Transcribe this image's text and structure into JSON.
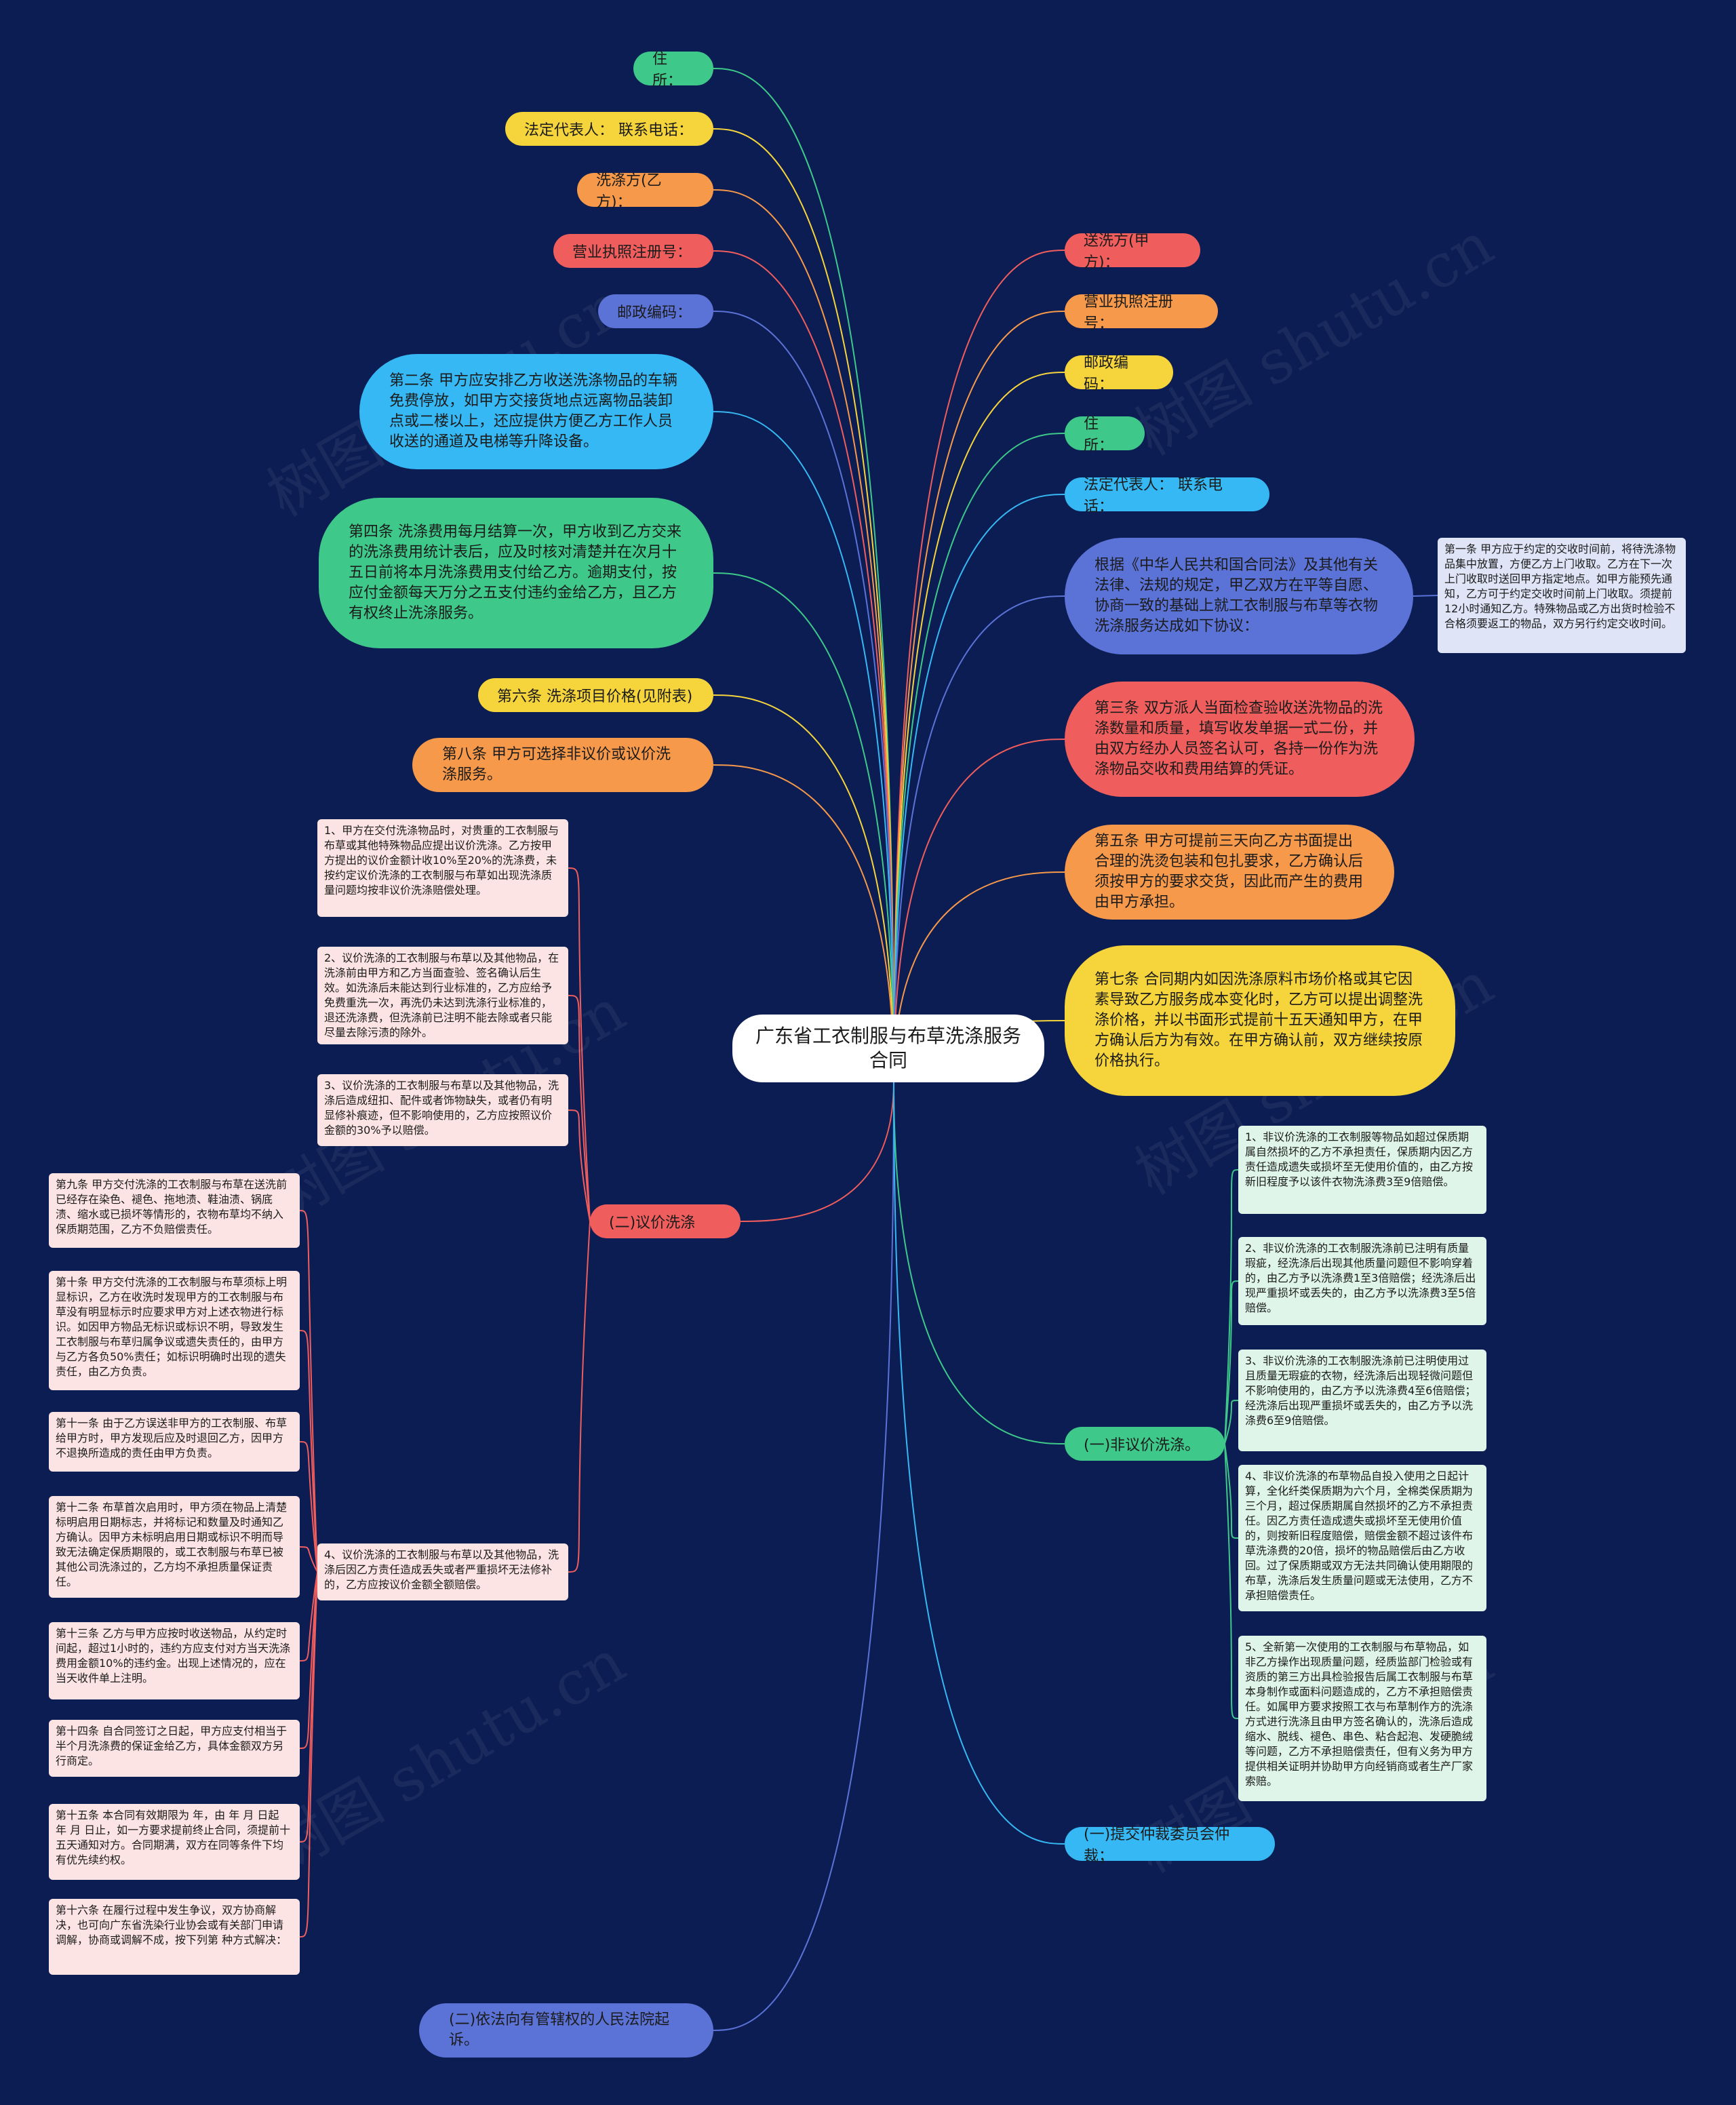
{
  "center": {
    "title": "广东省工衣制服与布草洗涤服务合同"
  },
  "left_nodes": [
    {
      "id": "l1",
      "text": "住所：",
      "color": "#3ec98a"
    },
    {
      "id": "l2",
      "text": "法定代表人：  联系电话：",
      "color": "#f6d53c"
    },
    {
      "id": "l3",
      "text": "洗涤方(乙方)：",
      "color": "#f7994a"
    },
    {
      "id": "l4",
      "text": "营业执照注册号：",
      "color": "#ef5d5d"
    },
    {
      "id": "l5",
      "text": "邮政编码：",
      "color": "#5b72d6"
    },
    {
      "id": "l6",
      "text": "第二条  甲方应安排乙方收送洗涤物品的车辆免费停放，如甲方交接货地点远离物品装卸点或二楼以上，还应提供方便乙方工作人员收送的通道及电梯等升降设备。",
      "color": "#36b8f4"
    },
    {
      "id": "l7",
      "text": "第四条  洗涤费用每月结算一次，甲方收到乙方交来的洗涤费用统计表后，应及时核对清楚并在次月十五日前将本月洗涤费用支付给乙方。逾期支付，按应付金额每天万分之五支付违约金给乙方，且乙方有权终止洗涤服务。",
      "color": "#3ec98a"
    },
    {
      "id": "l8",
      "text": "第六条  洗涤项目价格(见附表)",
      "color": "#f6d53c"
    },
    {
      "id": "l9",
      "text": "第八条  甲方可选择非议价或议价洗涤服务。",
      "color": "#f7994a"
    },
    {
      "id": "l10",
      "text": "(二)议价洗涤",
      "color": "#ef5d5d"
    },
    {
      "id": "l11",
      "text": "(二)依法向有管辖权的人民法院起诉。",
      "color": "#5b72d6"
    }
  ],
  "right_nodes": [
    {
      "id": "r1",
      "text": "送洗方(甲方)：",
      "color": "#ef5d5d"
    },
    {
      "id": "r2",
      "text": "营业执照注册号：",
      "color": "#f7994a"
    },
    {
      "id": "r3",
      "text": "邮政编码：",
      "color": "#f6d53c"
    },
    {
      "id": "r4",
      "text": "住所：",
      "color": "#3ec98a"
    },
    {
      "id": "r5",
      "text": "法定代表人：  联系电话：",
      "color": "#36b8f4"
    },
    {
      "id": "r6",
      "text": "根据《中华人民共和国合同法》及其他有关法律、法规的规定，甲乙双方在平等自愿、协商一致的基础上就工衣制服与布草等衣物洗涤服务达成如下协议：",
      "color": "#5b72d6"
    },
    {
      "id": "r7",
      "text": "第三条  双方派人当面检查验收送洗物品的洗涤数量和质量，填写收发单据一式二份，并由双方经办人员签名认可，各持一份作为洗涤物品交收和费用结算的凭证。",
      "color": "#ef5d5d"
    },
    {
      "id": "r8",
      "text": "第五条  甲方可提前三天向乙方书面提出合理的洗烫包装和包扎要求，乙方确认后须按甲方的要求交货，因此而产生的费用由甲方承担。",
      "color": "#f7994a"
    },
    {
      "id": "r9",
      "text": "第七条  合同期内如因洗涤原料市场价格或其它因素导致乙方服务成本变化时，乙方可以提出调整洗涤价格，并以书面形式提前十五天通知甲方，在甲方确认后方为有效。在甲方确认前，双方继续按原价格执行。",
      "color": "#f6d53c"
    },
    {
      "id": "r10",
      "text": "(一)非议价洗涤。",
      "color": "#3ec98a"
    },
    {
      "id": "r11",
      "text": "(一)提交仲裁委员会仲裁；",
      "color": "#36b8f4"
    }
  ],
  "r6_note": {
    "text": "第一条  甲方应于约定的交收时间前，将待洗涤物品集中放置，方便乙方上门收取。乙方在下一次上门收取时送回甲方指定地点。如甲方能预先通知，乙方可于约定交收时间前上门收取。须提前12小时通知乙方。特殊物品或乙方出货时检验不合格须要返工的物品，双方另行约定交收时间。"
  },
  "l10_notes": [
    {
      "id": "a1",
      "text": "1、甲方在交付洗涤物品时，对贵重的工衣制服与布草或其他特殊物品应提出议价洗涤。乙方按甲方提出的议价金额计收10%至20%的洗涤费，未按约定议价洗涤的工衣制服与布草如出现洗涤质量问题均按非议价洗涤赔偿处理。"
    },
    {
      "id": "a2",
      "text": "2、议价洗涤的工衣制服与布草以及其他物品，在洗涤前由甲方和乙方当面查验、签名确认后生效。如洗涤后未能达到行业标准的，乙方应给予免费重洗一次，再洗仍未达到洗涤行业标准的，退还洗涤费，但洗涤前已注明不能去除或者只能尽量去除污渍的除外。"
    },
    {
      "id": "a3",
      "text": "3、议价洗涤的工衣制服与布草以及其他物品，洗涤后造成纽扣、配件或者饰物缺失，或者仍有明显修补痕迹，但不影响使用的，乙方应按照议价金额的30%予以赔偿。"
    },
    {
      "id": "a4",
      "text": "4、议价洗涤的工衣制服与布草以及其他物品，洗涤后因乙方责任造成丢失或者严重损坏无法修补的，乙方应按议价金额全额赔偿。"
    }
  ],
  "a4_notes": [
    {
      "id": "b1",
      "text": "第九条  甲方交付洗涤的工衣制服与布草在送洗前已经存在染色、褪色、拖地渍、鞋油渍、锅底渍、缩水或已损坏等情形的，衣物布草均不纳入保质期范围，乙方不负赔偿责任。"
    },
    {
      "id": "b2",
      "text": "第十条  甲方交付洗涤的工衣制服与布草须标上明显标识，乙方在收洗时发现甲方的工衣制服与布草没有明显标示时应要求甲方对上述衣物进行标识。如因甲方物品无标识或标识不明，导致发生工衣制服与布草归属争议或遗失责任的，由甲方与乙方各负50%责任；如标识明确时出现的遗失责任，由乙方负责。"
    },
    {
      "id": "b3",
      "text": "第十一条  由于乙方误送非甲方的工衣制服、布草给甲方时，甲方发现后应及时退回乙方，因甲方不退换所造成的责任由甲方负责。"
    },
    {
      "id": "b4",
      "text": "第十二条  布草首次启用时，甲方须在物品上清楚标明启用日期标志，并将标记和数量及时通知乙方确认。因甲方未标明启用日期或标识不明而导致无法确定保质期限的，或工衣制服与布草已被其他公司洗涤过的，乙方均不承担质量保证责任。"
    },
    {
      "id": "b5",
      "text": "第十三条  乙方与甲方应按时收送物品，从约定时间起，超过1小时的，违约方应支付对方当天洗涤费用金额10%的违约金。出现上述情况的，应在当天收件单上注明。"
    },
    {
      "id": "b6",
      "text": "第十四条  自合同签订之日起，甲方应支付相当于半个月洗涤费的保证金给乙方，具体金额双方另行商定。"
    },
    {
      "id": "b7",
      "text": "第十五条  本合同有效期限为  年，由  年  月  日起  年  月  日止，如一方要求提前终止合同，须提前十五天通知对方。合同期满，双方在同等条件下均有优先续约权。"
    },
    {
      "id": "b8",
      "text": "第十六条  在履行过程中发生争议，双方协商解决，也可向广东省洗染行业协会或有关部门申请调解，协商或调解不成，按下列第  种方式解决："
    }
  ],
  "r10_notes": [
    {
      "id": "c1",
      "text": "1、非议价洗涤的工衣制服等物品如超过保质期属自然损坏的乙方不承担责任，保质期内因乙方责任造成遗失或损坏至无使用价值的，由乙方按新旧程度予以该件衣物洗涤费3至9倍赔偿。"
    },
    {
      "id": "c2",
      "text": "2、非议价洗涤的工衣制服洗涤前已注明有质量瑕疵，经洗涤后出现其他质量问题但不影响穿着的，由乙方予以洗涤费1至3倍赔偿；经洗涤后出现严重损坏或丢失的，由乙方予以洗涤费3至5倍赔偿。"
    },
    {
      "id": "c3",
      "text": "3、非议价洗涤的工衣制服洗涤前已注明使用过且质量无瑕疵的衣物，经洗涤后出现轻微问题但不影响使用的，由乙方予以洗涤费4至6倍赔偿；经洗涤后出现严重损坏或丢失的，由乙方予以洗涤费6至9倍赔偿。"
    },
    {
      "id": "c4",
      "text": "4、非议价洗涤的布草物品自投入使用之日起计算，全化纤类保质期为六个月，全棉类保质期为三个月，超过保质期属自然损坏的乙方不承担责任。因乙方责任造成遗失或损坏至无使用价值的，则按新旧程度赔偿，赔偿金额不超过该件布草洗涤费的20倍，损坏的物品赔偿后由乙方收回。过了保质期或双方无法共同确认使用期限的布草，洗涤后发生质量问题或无法使用，乙方不承担赔偿责任。"
    },
    {
      "id": "c5",
      "text": "5、全新第一次使用的工衣制服与布草物品，如非乙方操作出现质量问题，经质监部门检验或有资质的第三方出具检验报告后属工衣制服与布草本身制作或面料问题造成的，乙方不承担赔偿责任。如属甲方要求按照工衣与布草制作方的洗涤方式进行洗涤且由甲方签名确认的，洗涤后造成缩水、脱线、褪色、串色、粘合起泡、发硬脆绒等问题，乙方不承担赔偿责任，但有义务为甲方提供相关证明并协助甲方向经销商或者生产厂家索赔。"
    }
  ],
  "watermark": "树图 shutu.cn"
}
